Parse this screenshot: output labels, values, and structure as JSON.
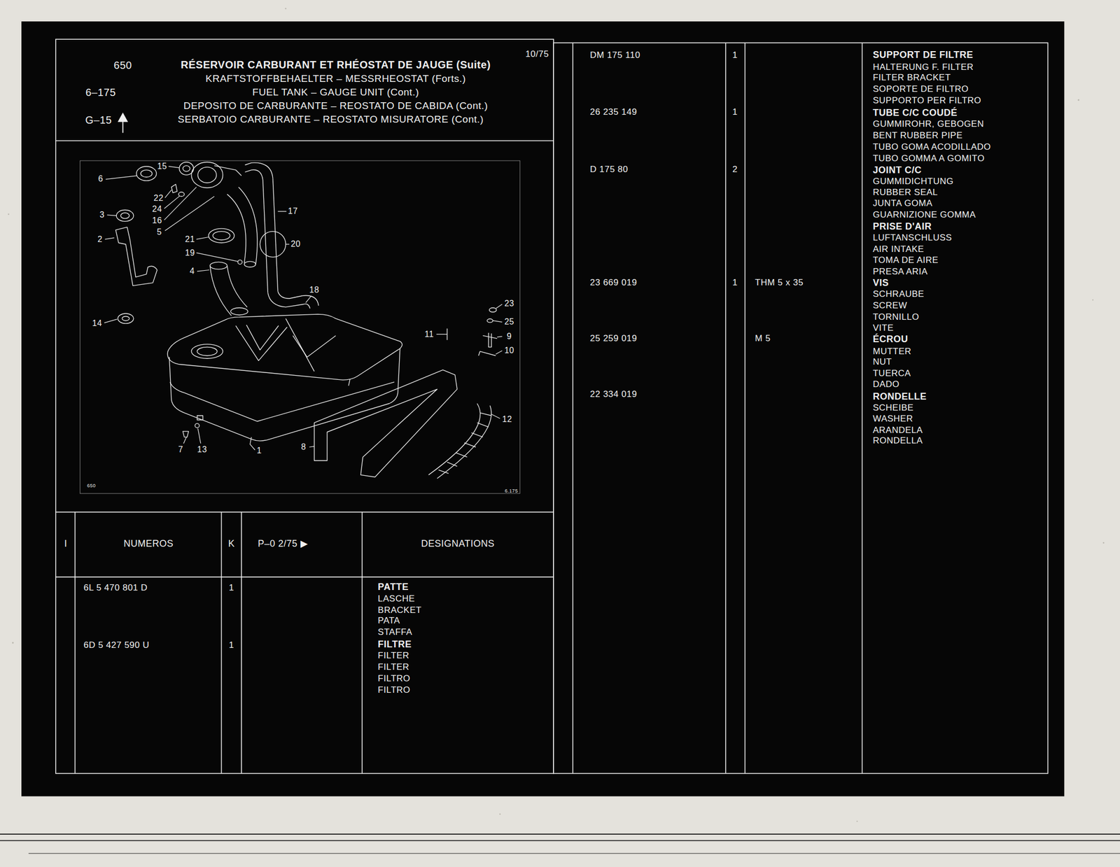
{
  "diagram": {
    "nodes": [
      {
        "text": [
          "650",
          "RÉSERVOIR CARBURANT ET RHÉOSTAT DE JAUGE (Suite)",
          "KRAFTSTOFFBEHAELTER – MESSRHEOSTAT (Forts.)",
          "6–175",
          "FUEL TANK – GAUGE UNIT (Cont.)",
          "DEPOSITO DE CARBURANTE – REOSTATO DE CABIDA (Cont.)",
          "G–15",
          "SERBATOIO CARBURANTE – REOSTATO MISURATORE (Cont.)",
          "10/75"
        ]
      },
      {
        "text": [
          "650",
          "6.175"
        ]
      },
      {
        "text": [
          "I",
          "NUMEROS",
          "K",
          "P–0 2/75 ▶",
          "DESIGNATIONS"
        ]
      },
      {
        "text": [
          "6L 5 470 801 D",
          "1",
          "PATTE",
          "LASCHE",
          "BRACKET",
          "PATA",
          "STAFFA",
          "6D 5 427 590 U",
          "1",
          "FILTRE",
          "FILTER",
          "FILTER",
          "FILTRO",
          "FILTRO"
        ]
      },
      {
        "text": [
          "DM 175 110",
          "1",
          "SUPPORT DE FILTRE",
          "HALTERUNG F. FILTER",
          "FILTER BRACKET",
          "SOPORTE DE FILTRO",
          "SUPPORTO PER FILTRO",
          "26 235 149",
          "1",
          "TUBE C/C COUDÉ",
          "GUMMIROHR, GEBOGEN",
          "BENT RUBBER PIPE",
          "TUBO GOMA ACODILLADO",
          "TUBO GOMMA A GOMITO",
          "D 175 80",
          "2",
          "JOINT C/C",
          "GUMMIDICHTUNG",
          "RUBBER SEAL",
          "JUNTA GOMA",
          "GUARNIZIONE GOMMA",
          "PRISE D'AIR",
          "LUFTANSCHLUSS",
          "AIR INTAKE",
          "TOMA DE AIRE",
          "PRESA ARIA",
          "23 669 019",
          "1",
          "THM 5 x 35",
          "VIS",
          "SCHRAUBE",
          "SCREW",
          "TORNILLO",
          "VITE",
          "25 259 019",
          "M 5",
          "ÉCROU",
          "MUTTER",
          "NUT",
          "TUERCA",
          "DADO",
          "22 334 019",
          "RONDELLE",
          "SCHEIBE",
          "WASHER",
          "ARANDELA",
          "RONDELLA"
        ]
      }
    ],
    "labels": [
      "6",
      "15",
      "22",
      "24",
      "16",
      "5",
      "3",
      "2",
      "21",
      "19",
      "4",
      "20",
      "17",
      "18",
      "14",
      "23",
      "25",
      "11",
      "9",
      "10",
      "12",
      "8",
      "7",
      "13",
      "1"
    ]
  }
}
